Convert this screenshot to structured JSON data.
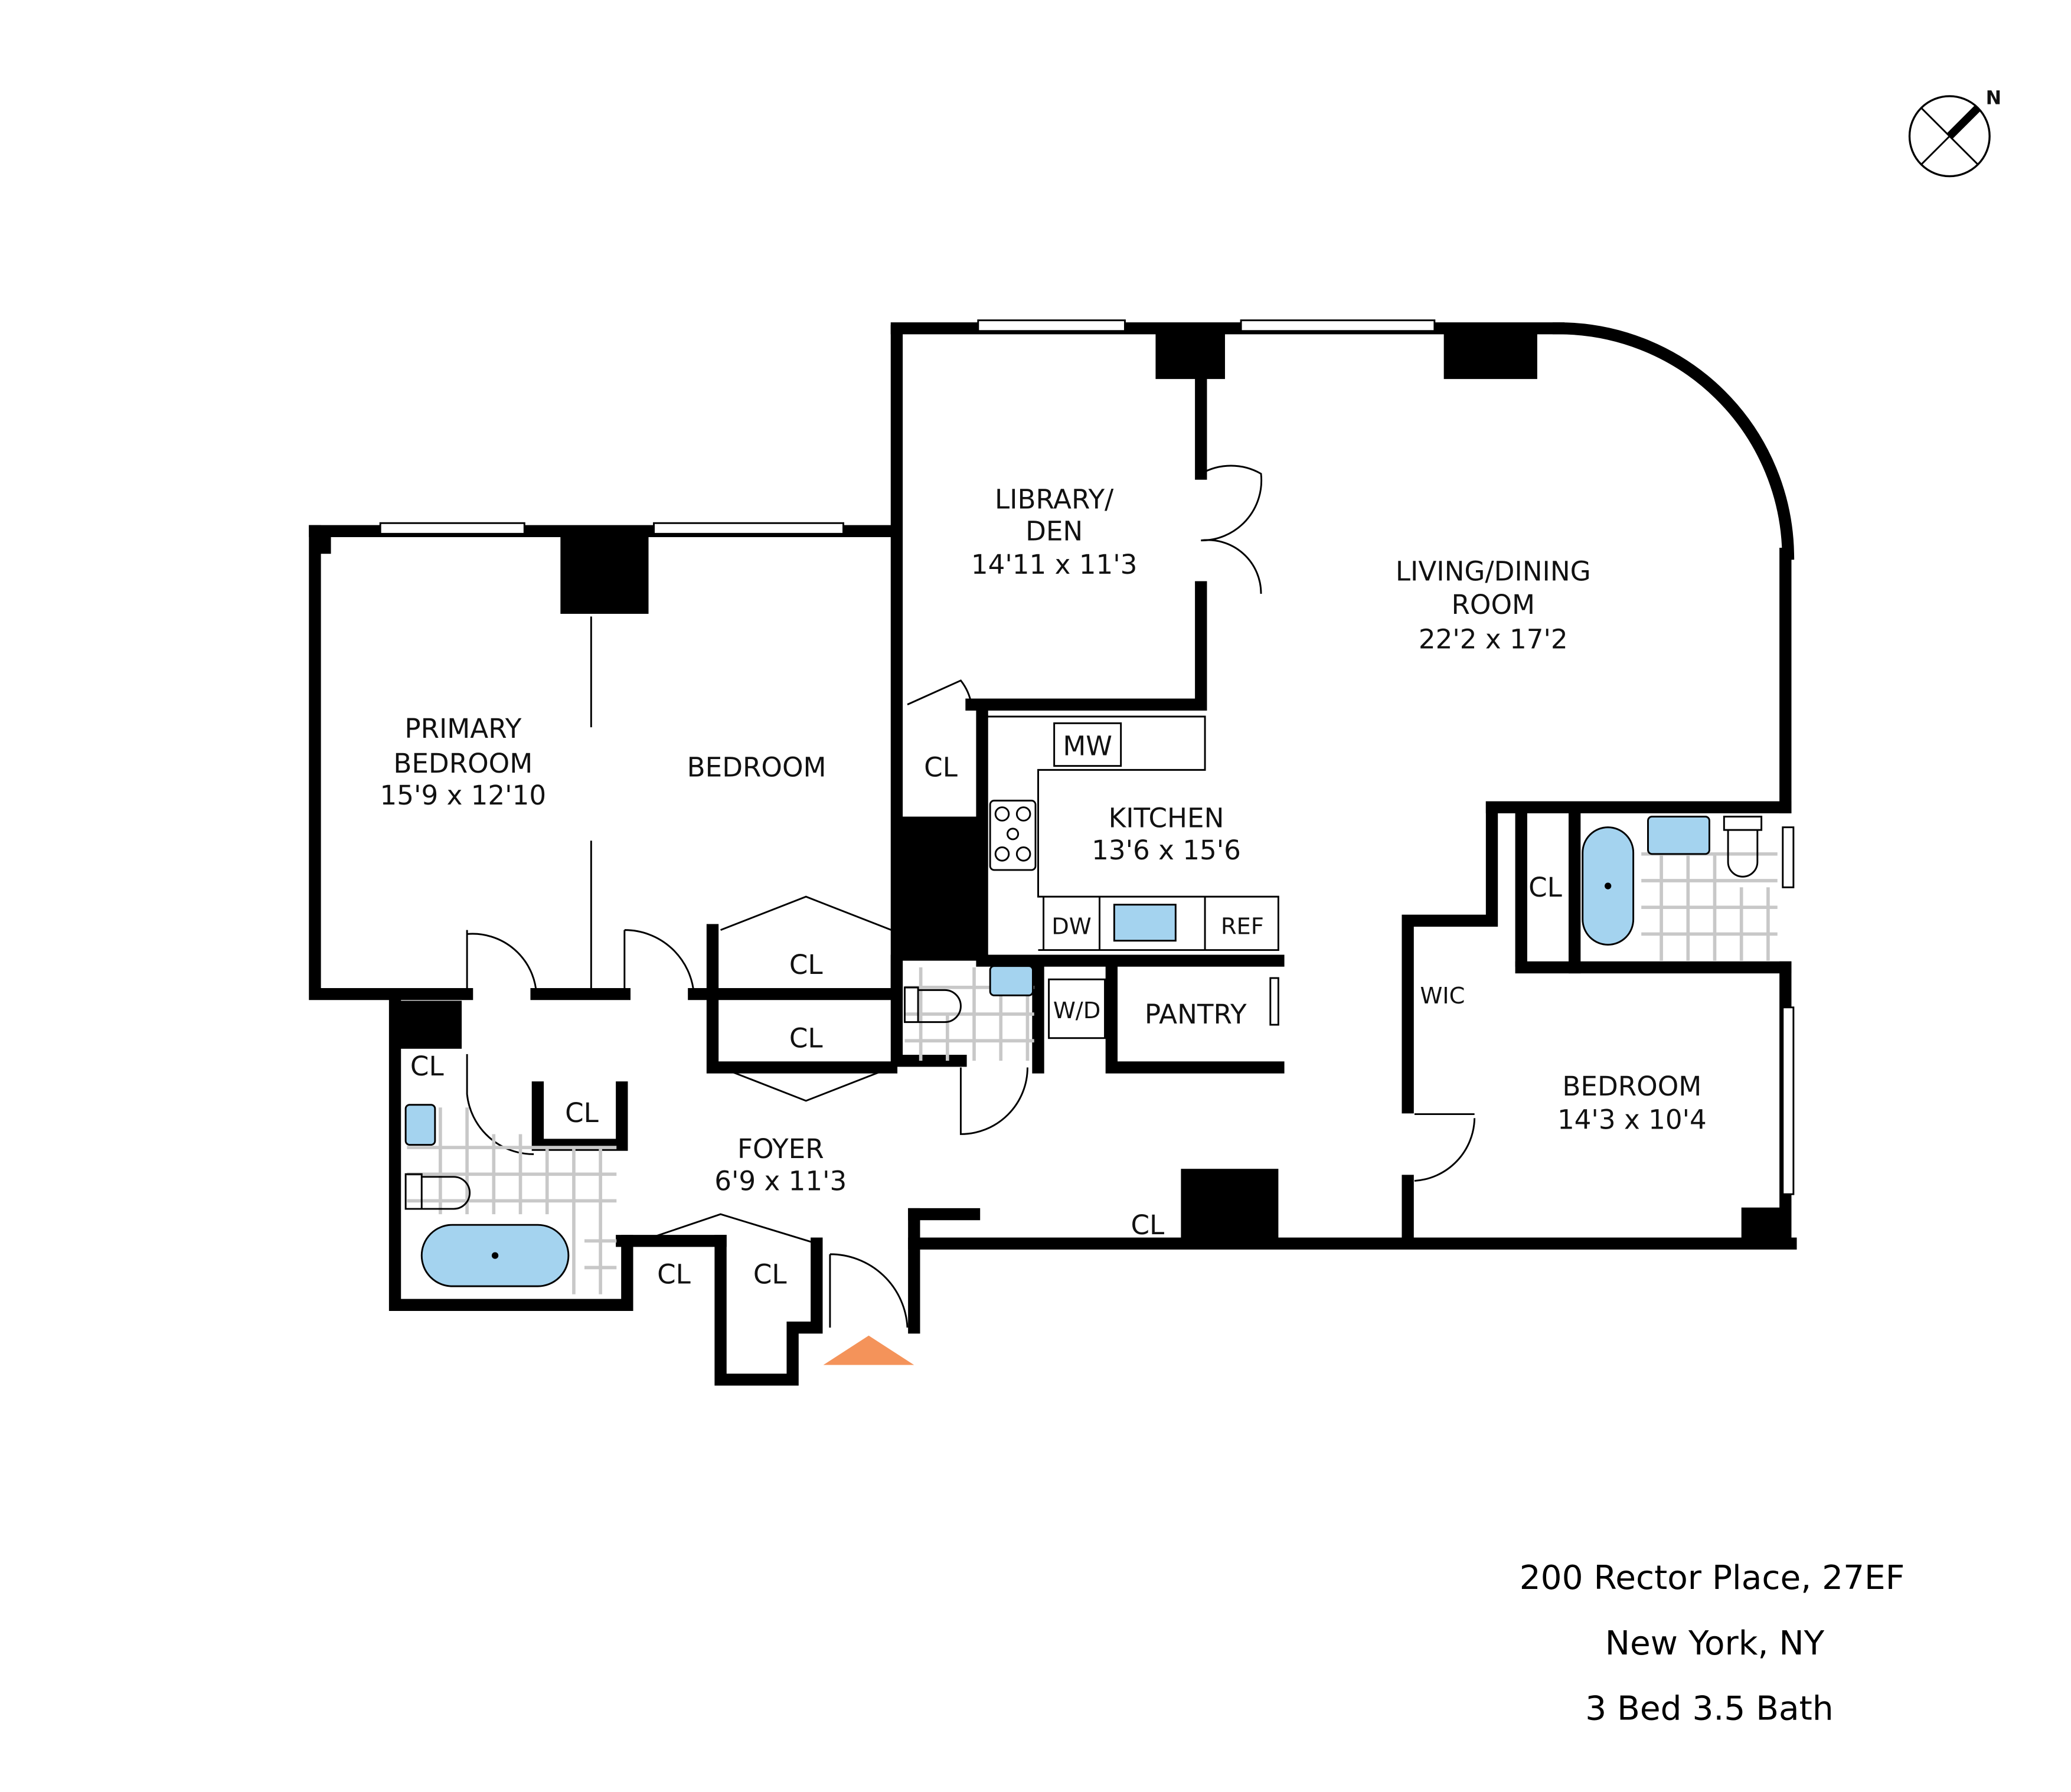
{
  "compass": {
    "label": "N",
    "icon": "north-arrow-icon"
  },
  "rooms": {
    "primary_bedroom": {
      "name_line1": "PRIMARY",
      "name_line2": "BEDROOM",
      "dims": "15'9 x 12'10"
    },
    "bedroom2": {
      "name": "BEDROOM"
    },
    "library": {
      "name_line1": "LIBRARY/",
      "name_line2": "DEN",
      "dims": "14'11 x 11'3"
    },
    "living": {
      "name_line1": "LIVING/DINING",
      "name_line2": "ROOM",
      "dims": "22'2 x 17'2"
    },
    "kitchen": {
      "name": "KITCHEN",
      "dims": "13'6 x 15'6"
    },
    "pantry": {
      "name": "PANTRY"
    },
    "foyer": {
      "name": "FOYER",
      "dims": "6'9 x 11'3"
    },
    "bedroom3": {
      "name": "BEDROOM",
      "dims": "14'3 x 10'4"
    },
    "wic": {
      "name": "WIC"
    }
  },
  "closet_label": "CL",
  "appliances": {
    "microwave": "MW",
    "dishwasher": "DW",
    "refrigerator": "REF",
    "washer_dryer": "W/D"
  },
  "colors": {
    "fixture_blue": "#a4d3ef",
    "entry_arrow": "#f4935a",
    "wall": "#000000"
  },
  "address": {
    "line1": "200 Rector Place,  27EF",
    "line2": "New York, NY",
    "line3": "3 Bed  3.5 Bath"
  }
}
